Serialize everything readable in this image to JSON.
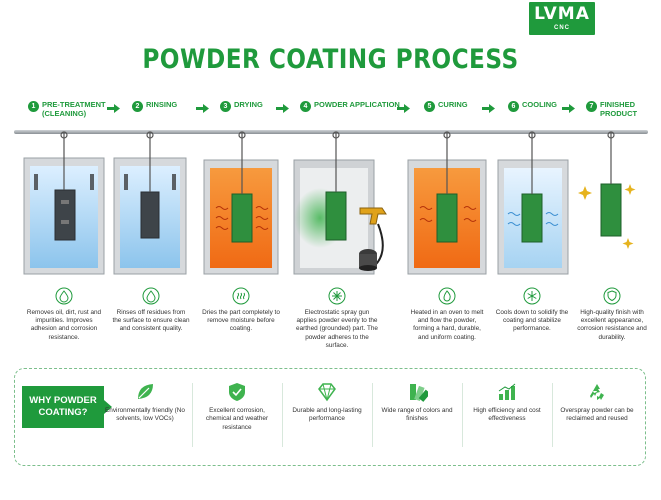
{
  "logo": {
    "main": "LVMA",
    "sub": "CNC"
  },
  "title": "POWDER COATING PROCESS",
  "steps": [
    {
      "num": "1",
      "label": "PRE-TREATMENT\n(CLEANING)"
    },
    {
      "num": "2",
      "label": "RINSING"
    },
    {
      "num": "3",
      "label": "DRYING"
    },
    {
      "num": "4",
      "label": "POWDER APPLICATION"
    },
    {
      "num": "5",
      "label": "CURING"
    },
    {
      "num": "6",
      "label": "COOLING"
    },
    {
      "num": "7",
      "label": "FINISHED\nPRODUCT"
    }
  ],
  "descriptions": [
    "Removes oil, dirt, rust and impurities. Improves adhesion and corrosion resistance.",
    "Rinses off residues from the surface to ensure clean and consistent quality.",
    "Dries the part completely to remove moisture before coating.",
    "Electrostatic spray gun applies powder evenly to the earthed (grounded) part. The powder adheres to the surface.",
    "Heated in an oven to melt and flow the powder, forming a hard, durable, and uniform coating.",
    "Cools down to solidify the coating and stabilize performance.",
    "High-quality finish with excellent appearance, corrosion resistance and durability."
  ],
  "why": {
    "title": "WHY POWDER\nCOATING?",
    "benefits": [
      {
        "icon": "leaf-icon",
        "text": "Environmentally friendly (No solvents, low VOCs)"
      },
      {
        "icon": "shield-check-icon",
        "text": "Excellent corrosion, chemical and weather resistance"
      },
      {
        "icon": "diamond-icon",
        "text": "Durable and long-lasting performance"
      },
      {
        "icon": "color-swatch-icon",
        "text": "Wide range of colors and finishes"
      },
      {
        "icon": "bar-chart-icon",
        "text": "High efficiency and cost effectiveness"
      },
      {
        "icon": "recycle-icon",
        "text": "Overspray powder can be reclaimed and reused"
      }
    ]
  },
  "colors": {
    "brand_green": "#1f9a3c",
    "water_blue": "#a9d3ef",
    "oven_orange": "#f37a1f",
    "booth_grey": "#e9ebec",
    "part_green": "#2f8f3e"
  }
}
